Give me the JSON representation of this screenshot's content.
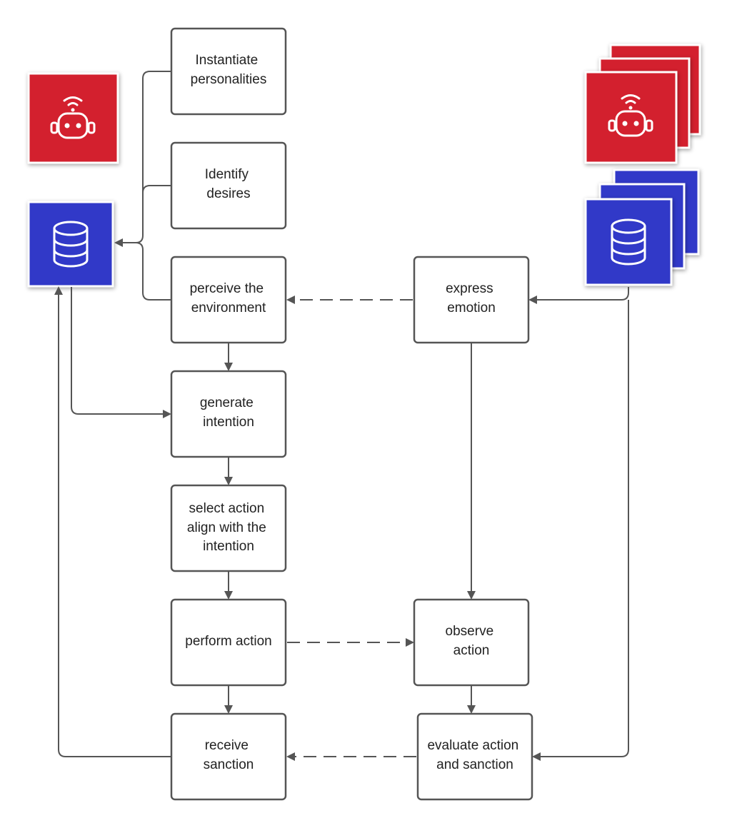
{
  "nodes": {
    "instantiate_personalities": [
      "Instantiate",
      "personalities"
    ],
    "identify_desires": [
      "Identify",
      "desires"
    ],
    "perceive_environment": [
      "perceive the",
      "environment"
    ],
    "express_emotion": [
      "express",
      "emotion"
    ],
    "generate_intention": [
      "generate",
      "intention"
    ],
    "select_action": [
      "select action",
      "align with the",
      "intention"
    ],
    "perform_action": [
      "perform action"
    ],
    "observe_action": [
      "observe",
      "action"
    ],
    "receive_sanction": [
      "receive",
      "sanction"
    ],
    "evaluate_action": [
      "evaluate action",
      "and sanction"
    ]
  },
  "icons": {
    "agent_single": "robot-icon",
    "database_single": "database-icon",
    "agent_stack": "robot-icon",
    "database_stack": "database-icon"
  },
  "colors": {
    "agent_red": "#d3202e",
    "database_blue": "#3139c8",
    "stroke": "#555555"
  }
}
